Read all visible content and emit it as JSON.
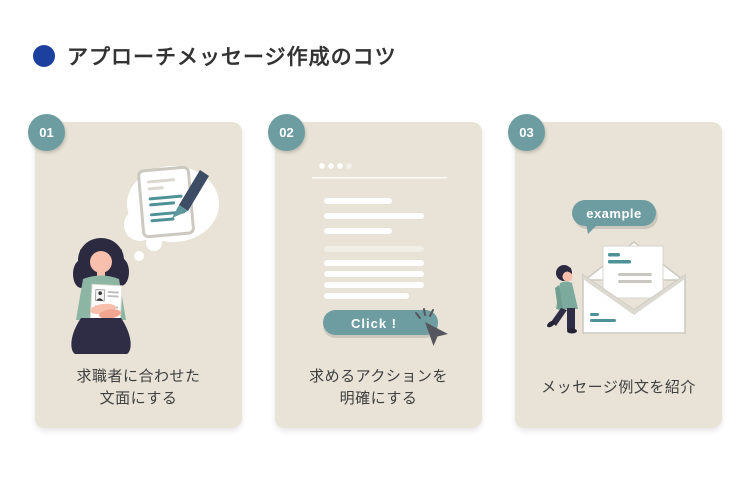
{
  "header": {
    "title": "アプローチメッセージ作成のコツ"
  },
  "colors": {
    "accent_blue": "#1d3f9e",
    "card_background": "#e8e3d6",
    "teal_accent": "#6d9da1",
    "illustration_teal": "#4e9297",
    "dark_slate": "#2e2d45",
    "text": "#3f3f3f",
    "white": "#ffffff"
  },
  "cards": [
    {
      "number": "01",
      "caption_lines": [
        "求職者に合わせた",
        "文面にする"
      ],
      "illustration": "woman-thinking-of-tailored-document"
    },
    {
      "number": "02",
      "caption_lines": [
        "求めるアクションを",
        "明確にする"
      ],
      "button_label": "Click !",
      "illustration": "message-body-with-click-button"
    },
    {
      "number": "03",
      "caption_lines": [
        "メッセージ例文を紹介"
      ],
      "bubble_label": "example",
      "illustration": "open-envelope-with-example-letter"
    }
  ]
}
